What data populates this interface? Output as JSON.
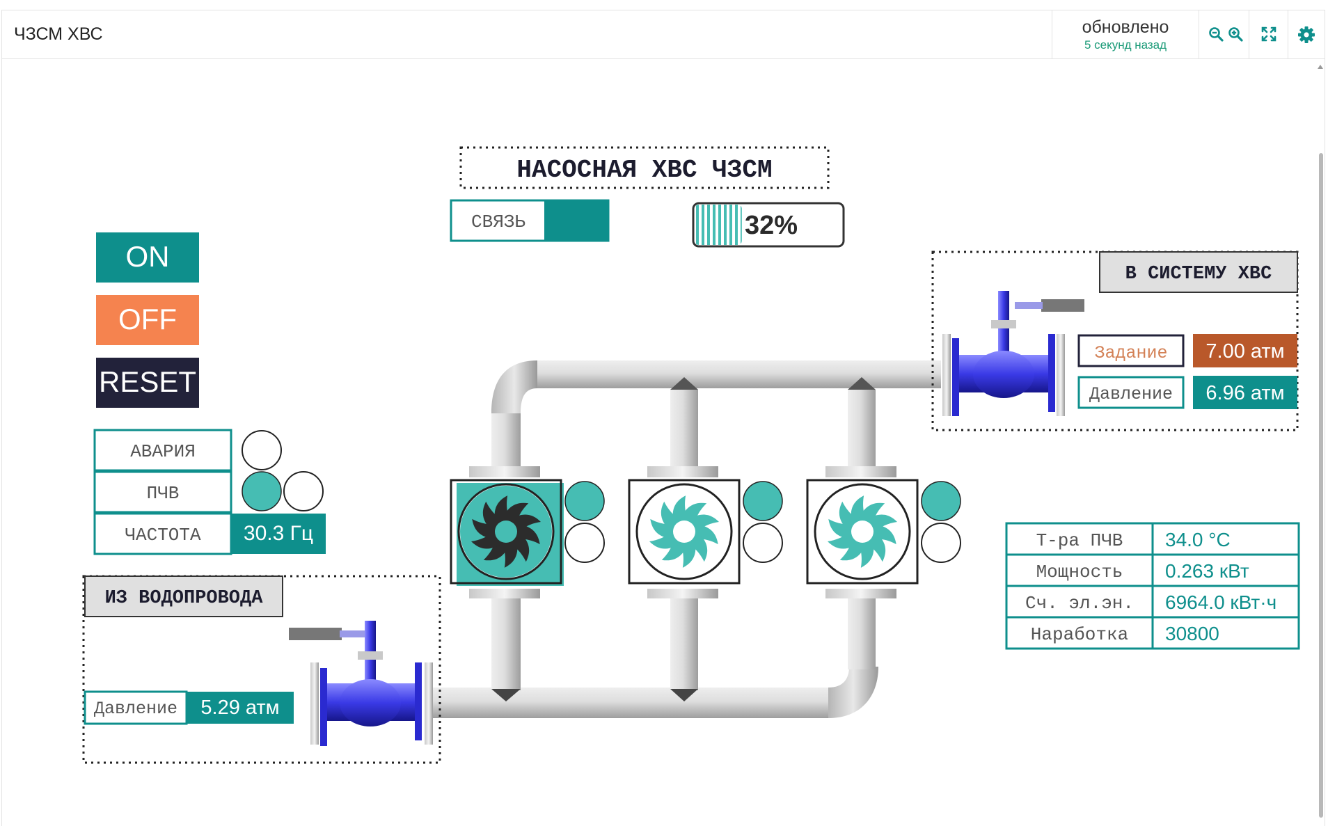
{
  "header": {
    "title": "ЧЗСМ ХВС",
    "updated_label": "обновлено",
    "updated_time": "5 секунд назад",
    "icons": [
      "zoom-out-icon",
      "zoom-in-icon",
      "fullscreen-icon",
      "gear-icon"
    ]
  },
  "scheme": {
    "title": "НАСОСНАЯ ХВС ЧЗСМ",
    "link_label": "СВЯЗЬ",
    "progress": {
      "value": 0.32,
      "text": "32%"
    },
    "buttons": {
      "on": "ON",
      "off": "OFF",
      "reset": "RESET"
    },
    "status": {
      "alarm_label": "АВАРИЯ",
      "vfd_label": "ПЧВ",
      "freq_label": "ЧАСТОТА",
      "freq_value": "30.3 Гц"
    },
    "inlet": {
      "title": "ИЗ ВОДОПРОВОДА",
      "pressure_label": "Давление",
      "pressure_value": "5.29 атм"
    },
    "outlet": {
      "title": "В СИСТЕМУ ХВС",
      "setpoint_label": "Задание",
      "setpoint_value": "7.00 атм",
      "pressure_label": "Давление",
      "pressure_value": "6.96 атм"
    },
    "params": [
      {
        "label": "Т-ра ПЧВ",
        "value": "34.0 °C"
      },
      {
        "label": "Мощность",
        "value": "0.263 кВт"
      },
      {
        "label": "Сч. эл.эн.",
        "value": "6964.0 кВт·ч"
      },
      {
        "label": "Наработка",
        "value": "30800"
      }
    ]
  },
  "colors": {
    "teal": "#0e8f8c",
    "pump_teal": "#46bdb3",
    "orange": "#f5834f",
    "navy": "#22223a",
    "brown": "#b9582a",
    "valve_blue": "#3535e0"
  }
}
